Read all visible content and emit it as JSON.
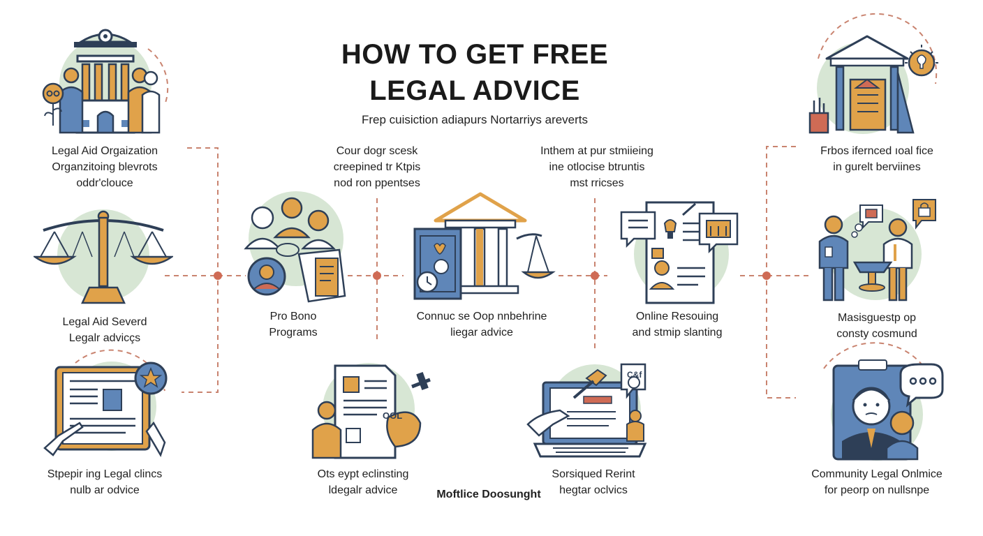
{
  "title_line1": "HOW TO GET FREE",
  "title_line2": "LEGAL ADVICE",
  "subtitle": "Frep cuisiction adiapurs Nortarriys areverts",
  "footer": "Moftlice Doosunght",
  "colors": {
    "navy": "#2e3f57",
    "blue": "#5f86b8",
    "orange": "#e0a24a",
    "sage": "#d7e6d4",
    "coral": "#cf6b55",
    "dash": "#c9836f"
  },
  "items": {
    "legal_aid_org": {
      "lines": [
        "Legal Aid Orgaization",
        "Organzitoing blevrots",
        "oddr'clouce"
      ],
      "icon": "courthouse-people-icon"
    },
    "legal_aid_served": {
      "lines": [
        "Legal Aid Severd",
        "Legalr advicçs"
      ],
      "icon": "scales-of-justice-icon"
    },
    "legal_clinics": {
      "lines": [
        "Stpepir ing Legal clincs",
        "nulb ar odvice"
      ],
      "icon": "document-tablet-icon"
    },
    "court_dogr": {
      "lines": [
        "Cour dogr scesk",
        "creepined tr Ktpis",
        "nod ron ppentses"
      ]
    },
    "pro_bono": {
      "lines": [
        "Pro Bono",
        "Programs"
      ],
      "icon": "lawyers-group-icon"
    },
    "connuc": {
      "lines": [
        "Connuc se Oop nnbehrine",
        "liegar advice"
      ],
      "icon": "columns-scales-icon"
    },
    "ots_eypt": {
      "lines": [
        "Ots eypt eclinsting",
        "ldegalr advice"
      ],
      "icon": "clipboard-gavel-icon"
    },
    "inthem": {
      "lines": [
        "Inthem at pur stmiieing",
        "ine otlocise btruntis",
        "mst rricses"
      ]
    },
    "online_resources": {
      "lines": [
        "Online Resouing",
        "and stmip slanting"
      ],
      "icon": "document-chat-icon"
    },
    "sorsiqued": {
      "lines": [
        "Sorsiqued Rerint",
        "hegtar oclvics"
      ],
      "icon": "laptop-gavel-icon"
    },
    "frbos": {
      "lines": [
        "Frbos ifernced ıoal fice",
        "in gurelt berviines"
      ],
      "icon": "courthouse-bulb-icon"
    },
    "masisgue": {
      "lines": [
        "Masisguestp op",
        "consty cosmund"
      ],
      "icon": "consultation-icon"
    },
    "community": {
      "lines": [
        "Community Legal Onlmice",
        "for peorp on nullsnpe"
      ],
      "icon": "advisor-chat-icon"
    }
  }
}
